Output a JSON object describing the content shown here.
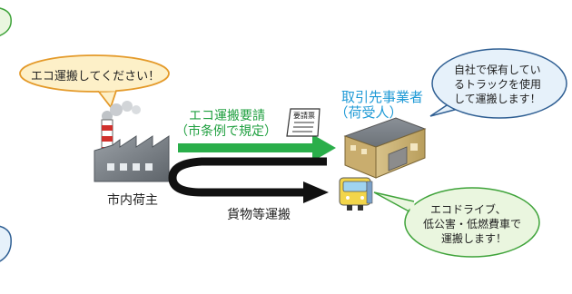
{
  "factory": {
    "label": "市内荷主",
    "speech": "エコ運搬してください！"
  },
  "request_arrow": {
    "line1": "エコ運搬要請",
    "line2": "（市条例で規定）",
    "document_label": "要請票"
  },
  "recipient": {
    "line1": "取引先事業者",
    "line2": "（荷受人）",
    "speech": [
      "自社で保有してい",
      "るトラックを使用",
      "して運搬します！"
    ]
  },
  "transport": {
    "label": "貨物等運搬",
    "speech": [
      "エコドライブ、",
      "低公害・低燃費車で",
      "運搬します！"
    ]
  },
  "colors": {
    "orange_bubble_fill": "#fdf0c8",
    "orange_bubble_border": "#e49a2a",
    "blue_bubble_fill": "#e6f1fa",
    "blue_bubble_border": "#2f5f93",
    "green_bubble_fill": "#eaf6df",
    "green_bubble_border": "#3fa33a",
    "green_arrow": "#2aae4a",
    "blue_text": "#1f9ad6",
    "green_text": "#20a040"
  }
}
